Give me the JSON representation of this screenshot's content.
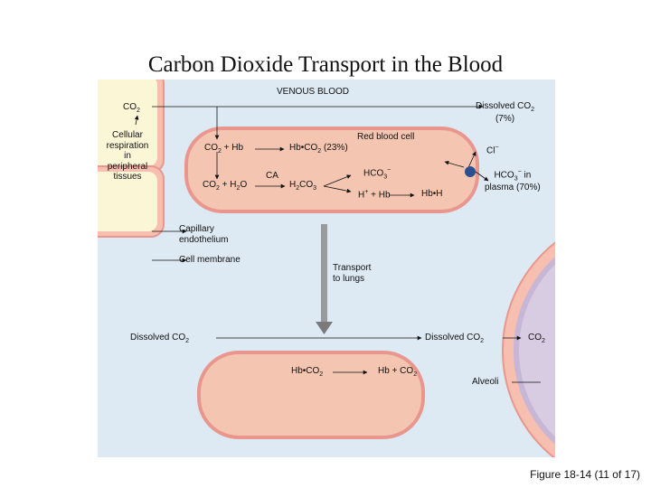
{
  "title": "Carbon Dioxide Transport in the Blood",
  "diagram": {
    "venous_blood": "VENOUS BLOOD",
    "co2_left": "CO",
    "co2_left_sub": "2",
    "cellular_respiration": [
      "Cellular",
      "respiration",
      "in",
      "peripheral",
      "tissues"
    ],
    "dissolved_top": "Dissolved CO",
    "dissolved_top_sub": "2",
    "dissolved_top_pct": "(7%)",
    "red_blood_cell": "Red blood cell",
    "co2_hb": {
      "a": "CO",
      "sub": "2",
      "b": " + Hb"
    },
    "hb_co2": {
      "a": "Hb•CO",
      "sub": "2",
      "b": " (23%)"
    },
    "cl": {
      "a": "Cl",
      "sup": "−"
    },
    "ca": "CA",
    "co2_h2o": {
      "a": "CO",
      "sub1": "2",
      "b": " + H",
      "sub2": "2",
      "c": "O"
    },
    "h2co3": {
      "a": "H",
      "sub1": "2",
      "b": "CO",
      "sub2": "3"
    },
    "hco3": {
      "a": "HCO",
      "sub": "3",
      "sup": "−"
    },
    "hplus_hb": {
      "a": "H",
      "sup": "+",
      "b": " + Hb"
    },
    "hbh": "Hb•H",
    "hco3_plasma": {
      "a": "HCO",
      "sub": "3",
      "sup": "−",
      "b": " in",
      "c": "plasma (70%)"
    },
    "capillary_endothelium": [
      "Capillary",
      "endothelium"
    ],
    "cell_membrane": "Cell membrane",
    "transport_to_lungs": [
      "Transport",
      "to lungs"
    ],
    "dissolved_bottom_left": "Dissolved CO",
    "dissolved_bottom_left_sub": "2",
    "dissolved_bottom_right": "Dissolved CO",
    "dissolved_bottom_right_sub": "2",
    "co2_alveoli": "CO",
    "co2_alveoli_sub": "2",
    "hb_co2_bottom": {
      "a": "Hb•CO",
      "sub": "2"
    },
    "hb_plus_co2": {
      "a": "Hb + CO",
      "sub": "2"
    },
    "alveoli": "Alveoli"
  },
  "caption": "Figure 18-14 (11 of 17)",
  "colors": {
    "background": "#dde9f3",
    "rbc_fill": "#f4c6b2",
    "rbc_border": "#e9978e",
    "tissue_fill": "#fbf6d6",
    "alveolus_fill": "#d8cce2",
    "transporter": "#2d4f8f"
  }
}
